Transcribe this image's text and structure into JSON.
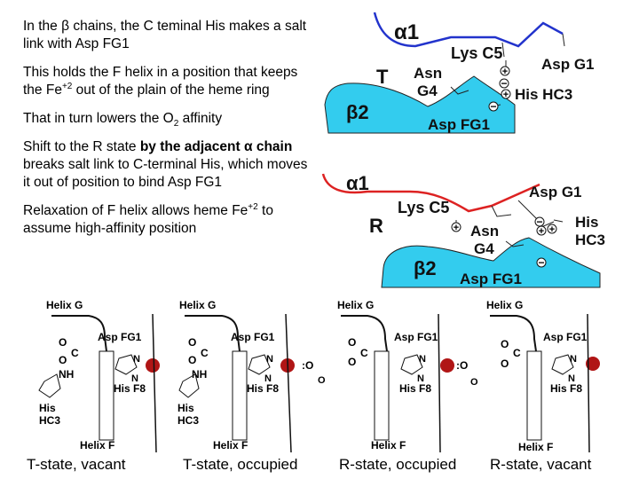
{
  "bullets": [
    {
      "parts": [
        "In the ",
        "β",
        " chains, the C teminal His makes a salt link with Asp FG1"
      ]
    },
    {
      "parts": [
        "This holds the F helix in a position that keeps the Fe",
        "+2",
        " out of the plain of the heme ring"
      ]
    },
    {
      "parts": [
        "That in turn lowers the O",
        "2",
        " affinity"
      ]
    },
    {
      "plain": "Shift to the R state ",
      "bold1": "by the adjacent ",
      "greek": "α",
      "bold2": " chain",
      "rest": " breaks salt link to C-terminal His, which moves it out of position to bind Asp FG1"
    },
    {
      "parts": [
        "Relaxation of F helix allows heme Fe",
        "+2",
        " to assume high-affinity position"
      ]
    }
  ],
  "t_diagram": {
    "alpha": "α1",
    "beta": "β2",
    "state": "T",
    "lys": "Lys C5",
    "asp_g1": "Asp G1",
    "asn": "Asn",
    "g4": "G4",
    "his": "His HC3",
    "asp_fg1": "Asp FG1"
  },
  "r_diagram": {
    "alpha": "α1",
    "beta": "β2",
    "state": "R",
    "lys": "Lys C5",
    "asp_g1": "Asp G1",
    "asn": "Asn",
    "g4": "G4",
    "his": "His",
    "hc3": "HC3",
    "asp_fg1": "Asp FG1"
  },
  "panels": [
    {
      "helix_g": "Helix G",
      "asp": "Asp FG1",
      "his": "His F8",
      "helix_f": "Helix F",
      "caption": "T-state, vacant",
      "his_hc3": [
        "His",
        "HC3"
      ],
      "nh": "NH",
      "o2": "",
      "o_minus": "O",
      "o2_label": "O",
      "c_label": "C"
    },
    {
      "helix_g": "Helix G",
      "asp": "Asp FG1",
      "his": "His F8",
      "helix_f": "Helix F",
      "caption": "T-state, occupied",
      "his_hc3": [
        "His",
        "HC3"
      ],
      "nh": "NH",
      "o2": ":O",
      "o_minus": "O",
      "o2_label": "O",
      "c_label": "C"
    },
    {
      "helix_g": "Helix G",
      "asp": "Asp FG1",
      "his": "His F8",
      "helix_f": "Helix F",
      "caption": "R-state, occupied",
      "o2": ":O",
      "o_minus": "O",
      "o2_label": "O",
      "c_label": "C"
    },
    {
      "helix_g": "Helix G",
      "asp": "Asp FG1",
      "his": "His F8",
      "helix_f": "Helix F",
      "caption": "R-state, vacant",
      "o_minus": "O",
      "o2_label": "O",
      "c_label": "C"
    }
  ],
  "chem_labels": {
    "n": "N",
    "o": "O"
  },
  "colors": {
    "alpha_line": "#2233cc",
    "alpha_line_r": "#dd2222",
    "beta_fill": "#33ccee",
    "heme_iron": "#b01515"
  }
}
